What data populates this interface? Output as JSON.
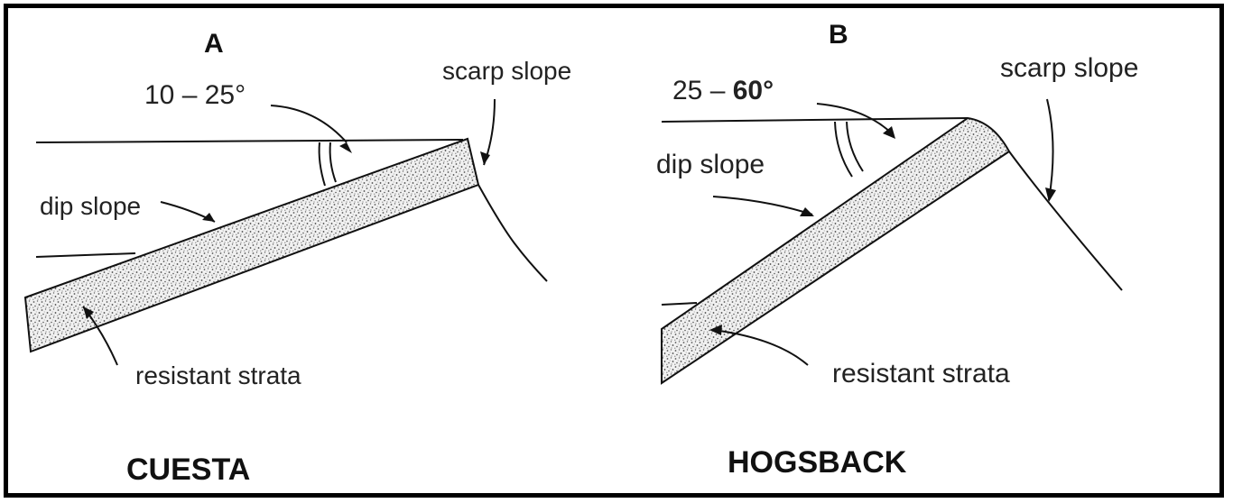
{
  "panel_a": {
    "letter": "A",
    "angle_label": "10 – 25°",
    "scarp_label": "scarp slope",
    "dip_label": "dip slope",
    "strata_label": "resistant strata",
    "title": "CUESTA"
  },
  "panel_b": {
    "letter": "B",
    "angle_prefix": "25 – ",
    "angle_value": "60°",
    "scarp_label": "scarp slope",
    "dip_label": "dip slope",
    "strata_label": "resistant strata",
    "title": "HOGSBACK"
  },
  "colors": {
    "ink": "#111111",
    "stipple": "#555555",
    "background": "#ffffff"
  }
}
